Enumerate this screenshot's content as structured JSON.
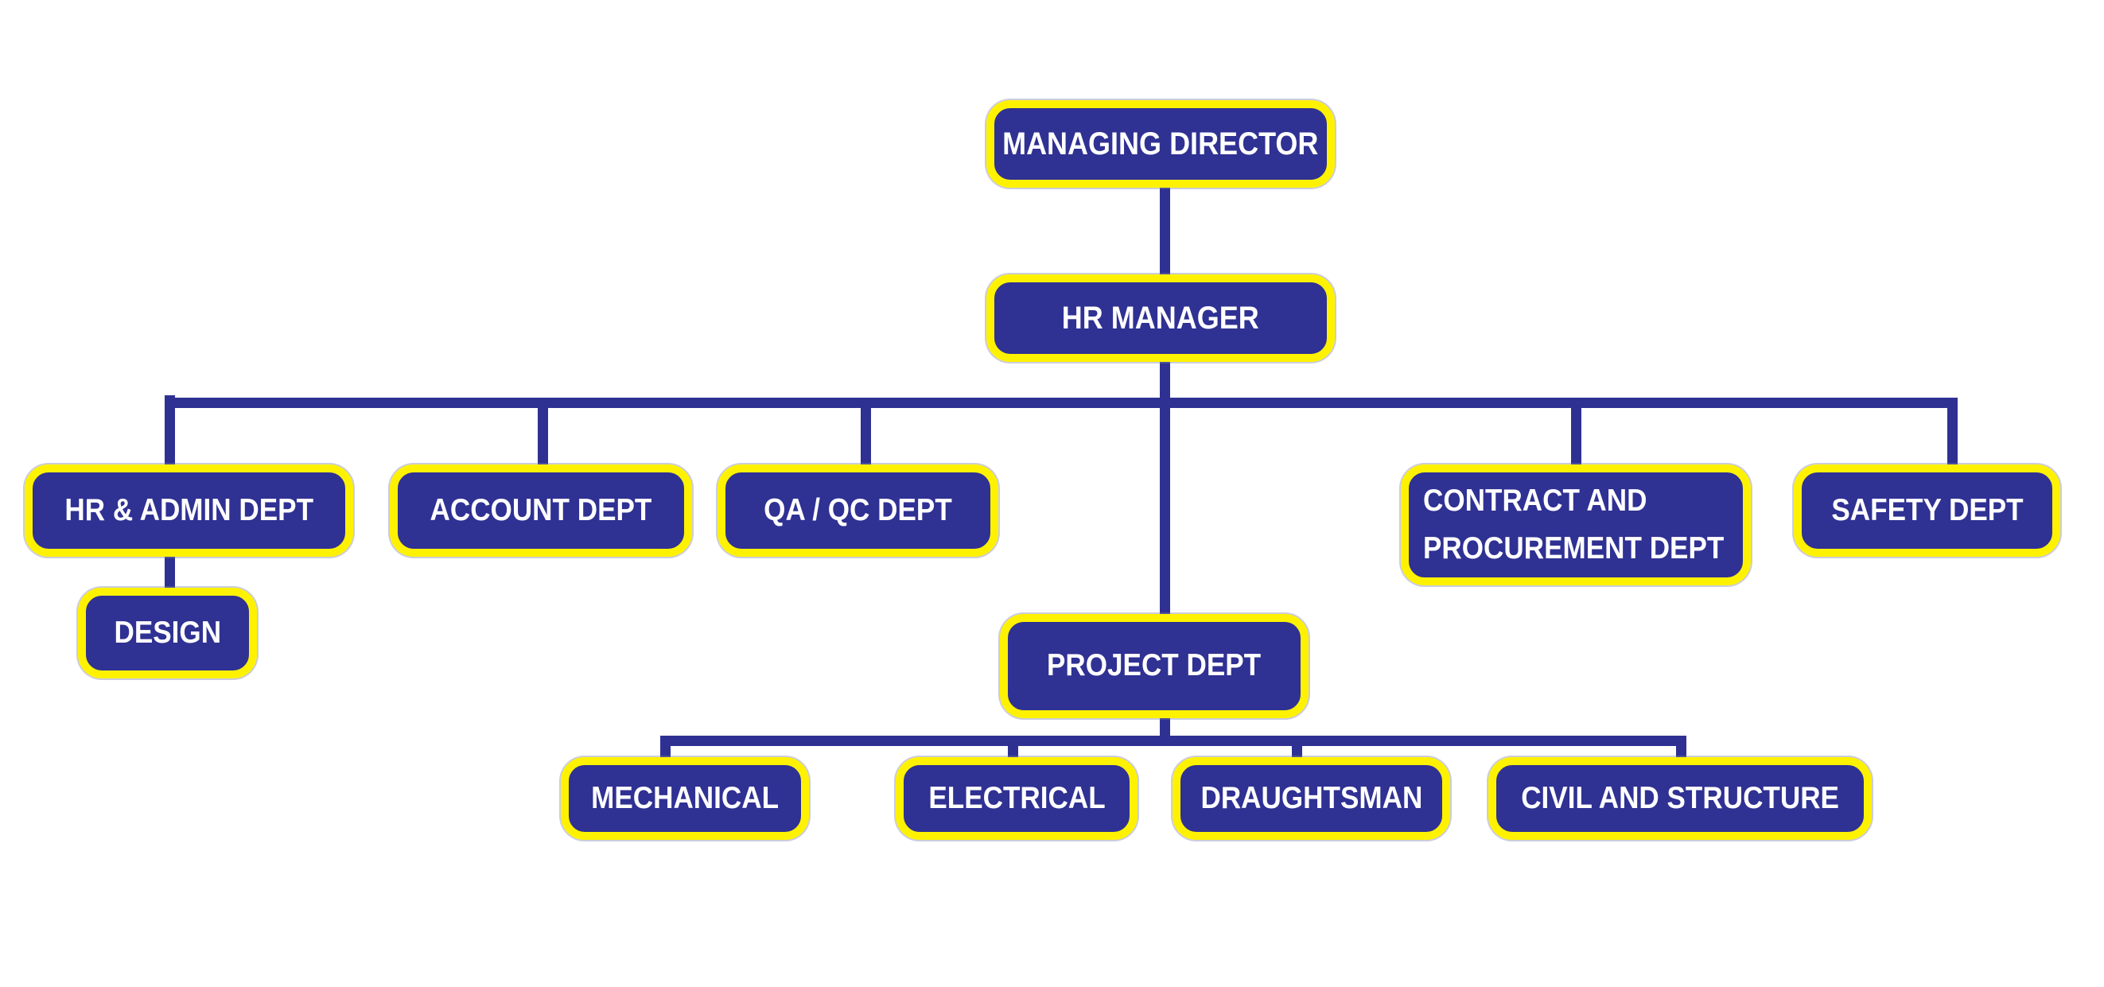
{
  "diagram": {
    "type": "org-chart",
    "background": "#FFFFFF",
    "colors": {
      "box_fill": "#2F3193",
      "box_border": "#FFF200",
      "connector": "#2E3192",
      "text": "#FFFFFF"
    },
    "nodes": {
      "managing_director": {
        "label": "MANAGING DIRECTOR"
      },
      "hr_manager": {
        "label": "HR MANAGER"
      },
      "hr_admin_dept": {
        "label": "HR & ADMIN DEPT"
      },
      "account_dept": {
        "label": "ACCOUNT DEPT"
      },
      "qa_qc_dept": {
        "label": "QA / QC DEPT"
      },
      "contract_dept": {
        "label": "CONTRACT AND PROCUREMENT DEPT",
        "line1": "CONTRACT AND",
        "line2": "PROCUREMENT DEPT"
      },
      "safety_dept": {
        "label": "SAFETY DEPT"
      },
      "design": {
        "label": "DESIGN"
      },
      "project_dept": {
        "label": "PROJECT DEPT"
      },
      "mechanical": {
        "label": "MECHANICAL"
      },
      "electrical": {
        "label": "ELECTRICAL"
      },
      "draughtsman": {
        "label": "DRAUGHTSMAN"
      },
      "civil_structure": {
        "label": "CIVIL AND STRUCTURE"
      }
    },
    "hierarchy": {
      "label": "MANAGING DIRECTOR",
      "children": [
        {
          "label": "HR MANAGER",
          "children": [
            {
              "label": "HR & ADMIN DEPT",
              "children": [
                {
                  "label": "DESIGN"
                }
              ]
            },
            {
              "label": "ACCOUNT DEPT"
            },
            {
              "label": "QA / QC DEPT"
            },
            {
              "label": "PROJECT DEPT",
              "children": [
                {
                  "label": "MECHANICAL"
                },
                {
                  "label": "ELECTRICAL"
                },
                {
                  "label": "DRAUGHTSMAN"
                },
                {
                  "label": "CIVIL AND STRUCTURE"
                }
              ]
            },
            {
              "label": "CONTRACT AND PROCUREMENT DEPT"
            },
            {
              "label": "SAFETY DEPT"
            }
          ]
        }
      ]
    }
  }
}
